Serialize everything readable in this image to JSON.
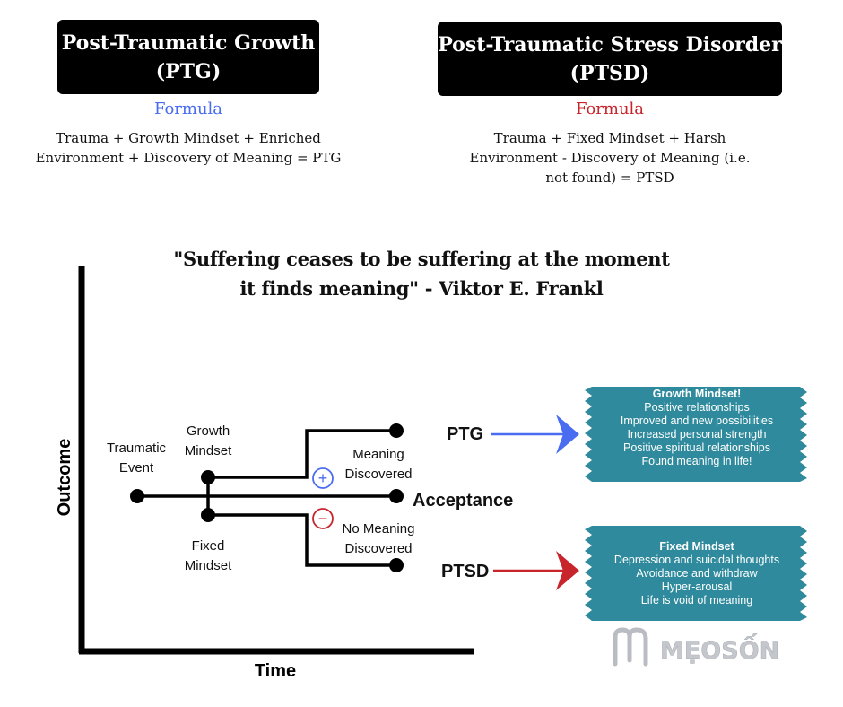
{
  "ptg": {
    "title_line1": "Post-Traumatic Growth",
    "title_line2": "(PTG)",
    "formula_label": "Formula",
    "formula_line1": "Trauma + Growth Mindset + Enriched",
    "formula_line2": "Environment + Discovery of Meaning = PTG"
  },
  "ptsd": {
    "title_line1": "Post-Traumatic Stress Disorder",
    "title_line2": "(PTSD)",
    "formula_label": "Formula",
    "formula_line1": "Trauma + Fixed Mindset + Harsh",
    "formula_line2": "Environment - Discovery of Meaning (i.e.",
    "formula_line3": "not found) = PTSD"
  },
  "quote": {
    "line1": "\"Suffering ceases to be suffering at the moment",
    "line2": "it finds meaning\" - Viktor E. Frankl"
  },
  "axes": {
    "y_label": "Outcome",
    "x_label": "Time"
  },
  "nodes": {
    "traumatic_event_line1": "Traumatic",
    "traumatic_event_line2": "Event",
    "growth_mindset_line1": "Growth",
    "growth_mindset_line2": "Mindset",
    "fixed_mindset_line1": "Fixed",
    "fixed_mindset_line2": "Mindset",
    "meaning_discovered_line1": "Meaning",
    "meaning_discovered_line2": "Discovered",
    "no_meaning_line1": "No Meaning",
    "no_meaning_line2": "Discovered",
    "plus_symbol": "+",
    "minus_symbol": "−"
  },
  "outcomes": {
    "ptg": "PTG",
    "acceptance": "Acceptance",
    "ptsd": "PTSD"
  },
  "growth_box": {
    "title": "Growth Mindset!",
    "items": [
      "Positive relationships",
      "Improved and new possibilities",
      "Increased personal strength",
      "Positive spiritual relationships",
      "Found meaning in life!"
    ]
  },
  "fixed_box": {
    "title": "Fixed Mindset",
    "items": [
      "Depression and suicidal thoughts",
      "Avoidance and withdraw",
      "Hyper-arousal",
      "Life is void of meaning"
    ]
  },
  "logo": {
    "text": "MẸOSỐNG"
  },
  "colors": {
    "ptg_blue": "#4a6cf0",
    "ptsd_red": "#c8242b",
    "box_teal": "#2e8a9c",
    "logo_gray": "#b9bcc2"
  }
}
